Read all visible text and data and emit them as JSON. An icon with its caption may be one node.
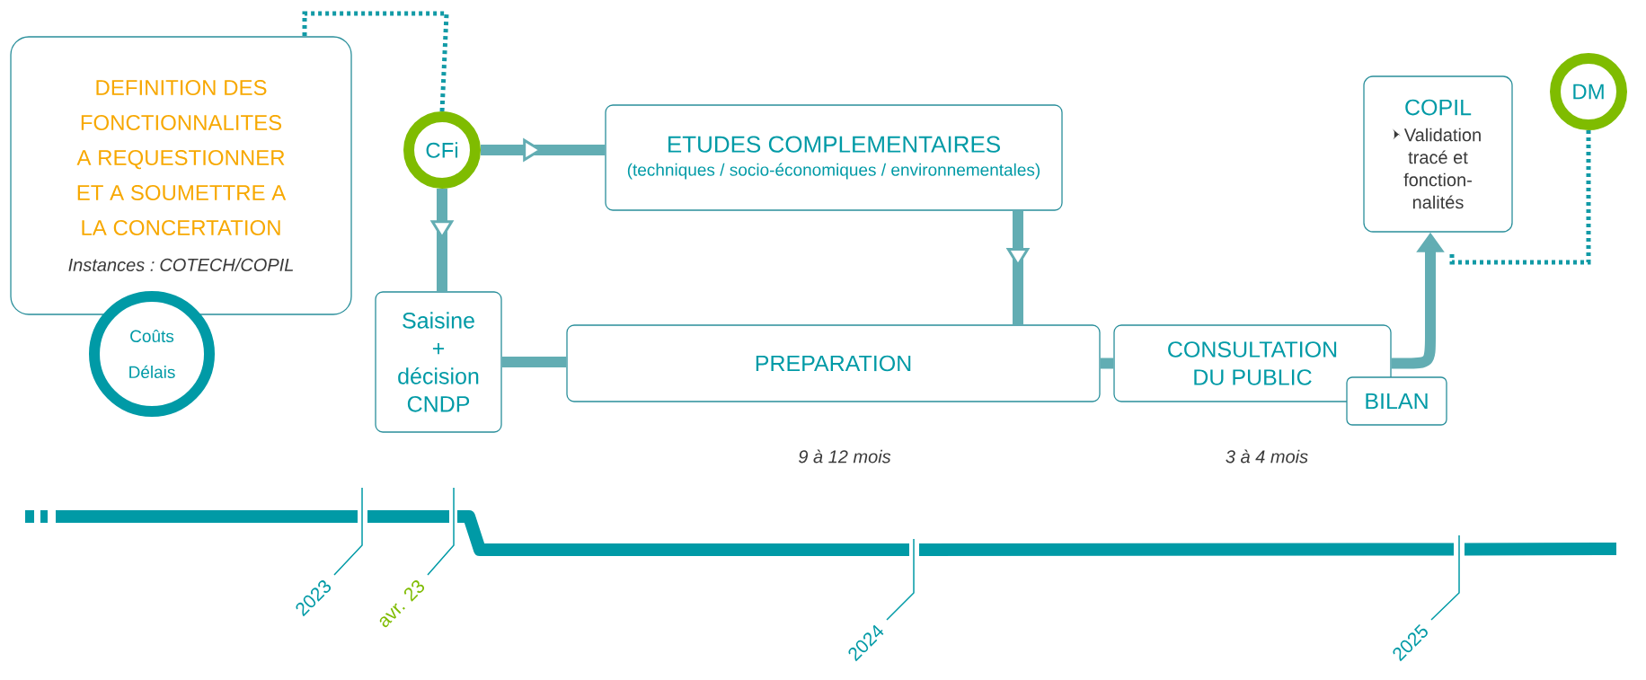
{
  "diagram": {
    "nodes": [
      {
        "text": [
          "DEFINITION DES FONCTIONNALITES A REQUESTIONNER ET A SOUMETTRE A LA CONCERTATION",
          "Instances : COTECH/COPIL"
        ]
      },
      {
        "text": [
          "Coûts Délais"
        ]
      },
      {
        "text": [
          "CFi"
        ]
      },
      {
        "text": [
          "ETUDES COMPLEMENTAIRES",
          "(techniques / socio-économiques / environnementales)"
        ]
      },
      {
        "text": [
          "Saisine + décision CNDP"
        ]
      },
      {
        "text": [
          "PREPARATION"
        ],
        "beside": [
          "9 à 12 mois"
        ]
      },
      {
        "text": [
          "CONSULTATION DU PUBLIC"
        ],
        "beside": [
          "3 à 4 mois"
        ]
      },
      {
        "text": [
          "BILAN"
        ]
      },
      {
        "text": [
          "COPIL",
          "Validation tracé et fonction-nalités"
        ]
      },
      {
        "text": [
          "DM"
        ]
      }
    ],
    "edges": [
      {
        "from": 2,
        "to": 3,
        "arrow": "to"
      },
      {
        "from": 2,
        "to": 4,
        "arrow": "to"
      },
      {
        "from": 3,
        "to": 5,
        "arrow": "to"
      },
      {
        "from": 4,
        "to": 5,
        "arrow": "none"
      },
      {
        "from": 5,
        "to": 6,
        "arrow": "none"
      },
      {
        "from": 6,
        "to": 8,
        "arrow": "to"
      },
      {
        "from": 2,
        "to": 0,
        "arrow": "none",
        "style": "dashed",
        "color": "#129aa6"
      },
      {
        "from": 9,
        "to": null,
        "arrow": "none",
        "style": "dashed",
        "color": "#129aa6"
      }
    ],
    "labels": [
      "2023",
      "avr. 23",
      "2024",
      "2025"
    ]
  }
}
